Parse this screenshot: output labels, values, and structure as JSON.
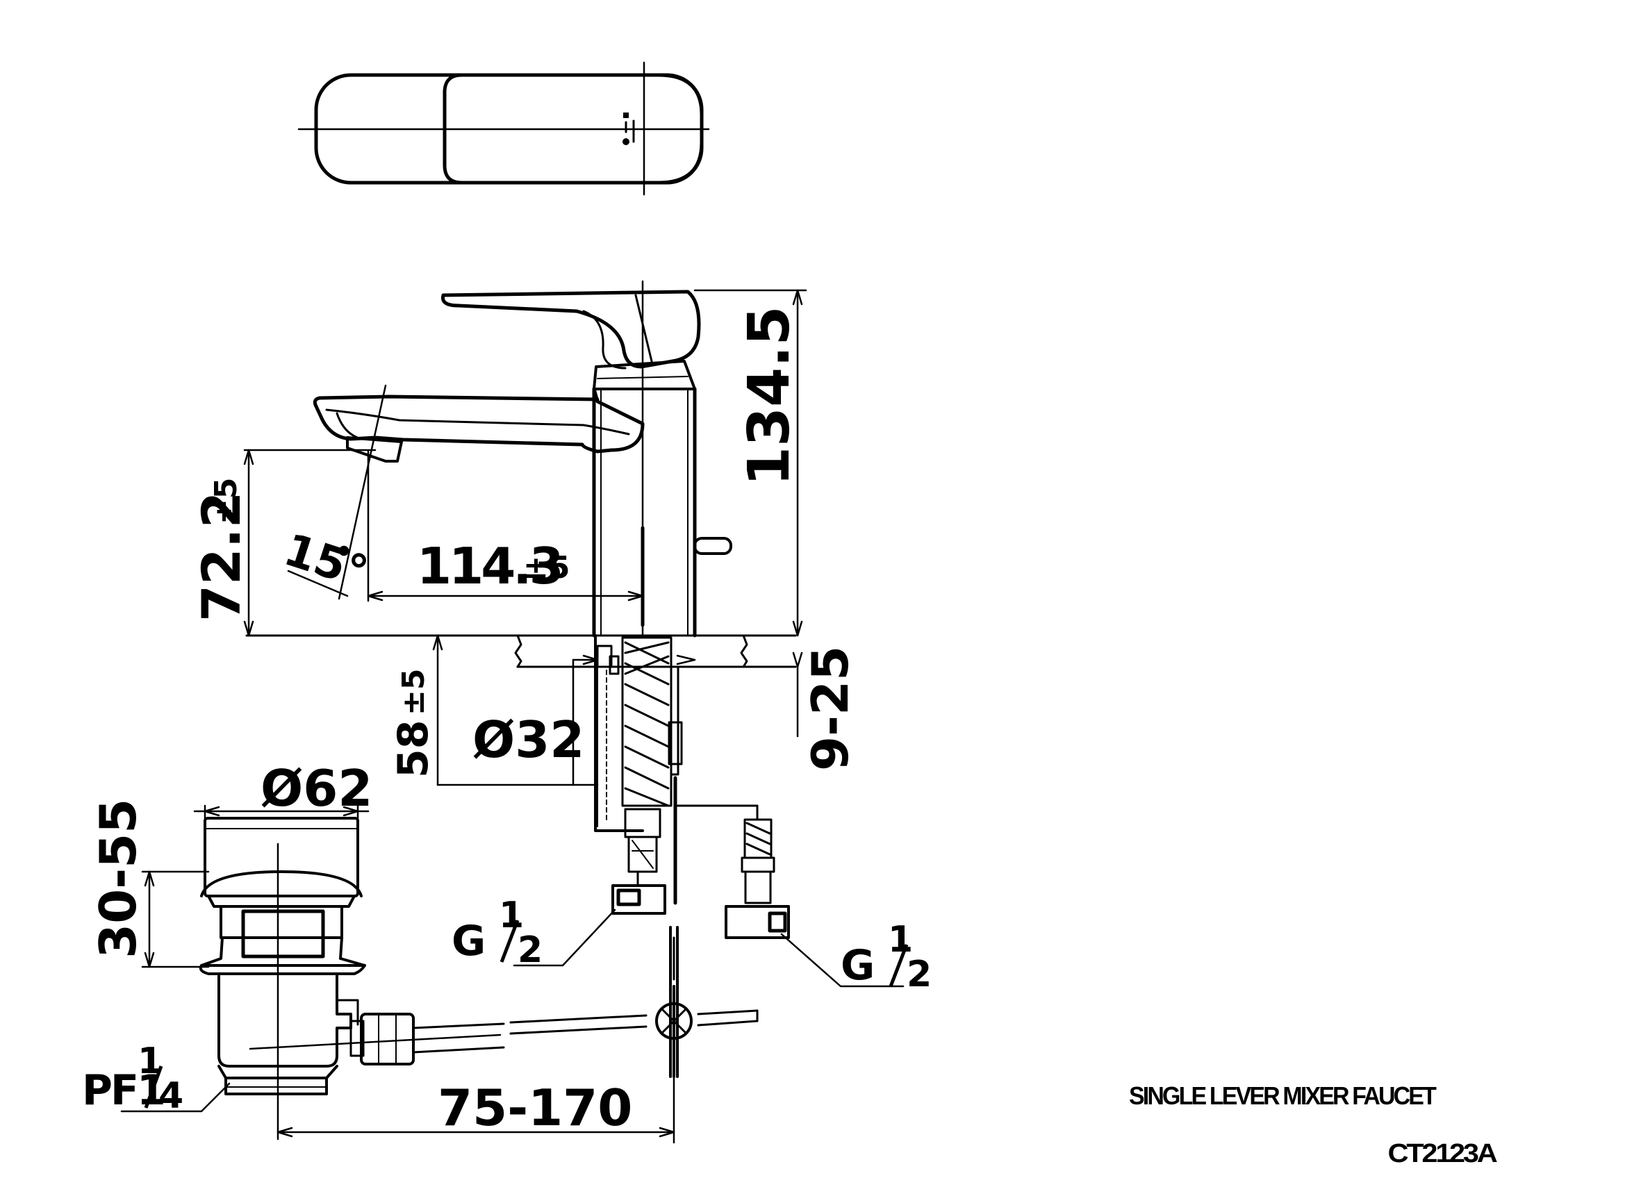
{
  "dimensions": {
    "height_total": "134.5",
    "spout_height": "72.2",
    "spout_tol": "±5",
    "angle": "15°",
    "spout_reach": "114.3",
    "reach_tol": "±5",
    "shank_len": "58",
    "shank_tol": "±5",
    "shank_dia": "Ø32",
    "deck_range": "9-25",
    "waste_dia": "Ø62",
    "waste_range": "30-55",
    "rod_range": "75-170",
    "waste_thread_prefix": "PF1",
    "waste_thread_num": "1",
    "waste_thread_den": "4",
    "hose_g": "G",
    "hose_num": "1",
    "hose_den": "2"
  },
  "title": {
    "line1": "SINGLE LEVER MIXER FAUCET",
    "model": "CT2123A"
  },
  "colors": {
    "ink": "#000000",
    "paper": "#ffffff"
  }
}
